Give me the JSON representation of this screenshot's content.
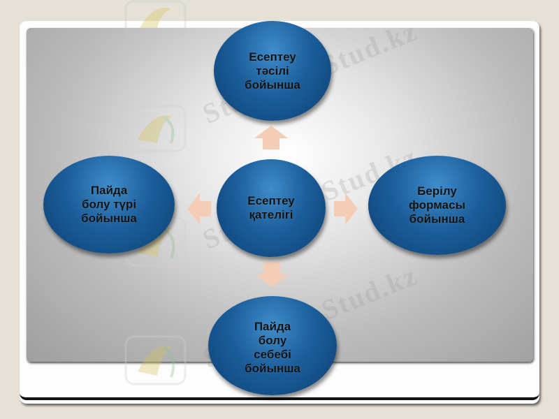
{
  "diagram": {
    "center": {
      "label": "Есептеу\nқателігі"
    },
    "nodes": {
      "top": {
        "label": "Есептеу\nтәсілі\nбойынша"
      },
      "left": {
        "label": "Пайда\nболу түрі\nбойынша"
      },
      "right": {
        "label": "Берілу\nформасы\nбойынша"
      },
      "bottom": {
        "label": "Пайда\nболу\nсебебі\nбойынша"
      }
    }
  },
  "watermark": {
    "text": "Stud.kz - Stud.kz"
  },
  "colors": {
    "node_fill": "#1c5f9c",
    "arrow_fill": "#f4cdb6",
    "page_bg": "#e6e1d6"
  }
}
